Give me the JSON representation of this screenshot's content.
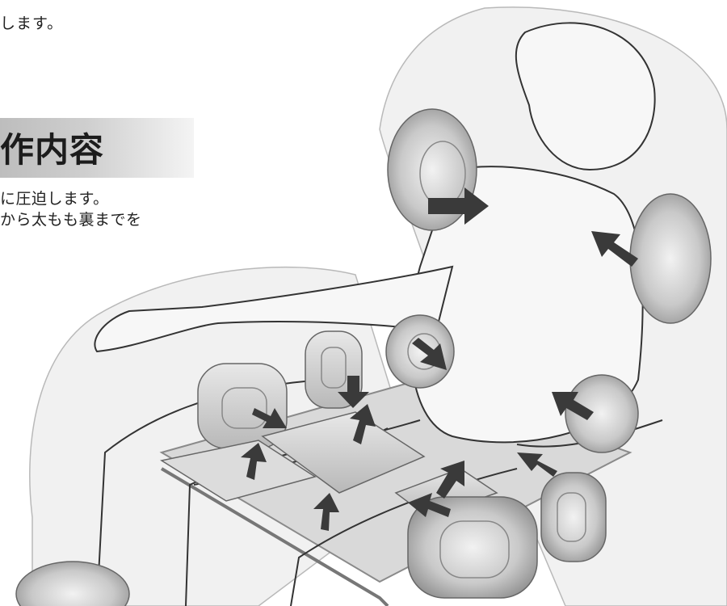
{
  "texts": {
    "intro_line": "します。",
    "heading": "作内容",
    "desc_line1": "に圧迫します。",
    "desc_line2": "から太もも裏までを"
  },
  "colors": {
    "heading_gradient_dark": "#bdbdbd",
    "heading_gradient_light": "#f4f4f4",
    "arrow": "#3a3a3a",
    "airbag_gray": "#9a9a9a",
    "line": "#333333"
  },
  "icons": [
    "arrow-icon"
  ]
}
